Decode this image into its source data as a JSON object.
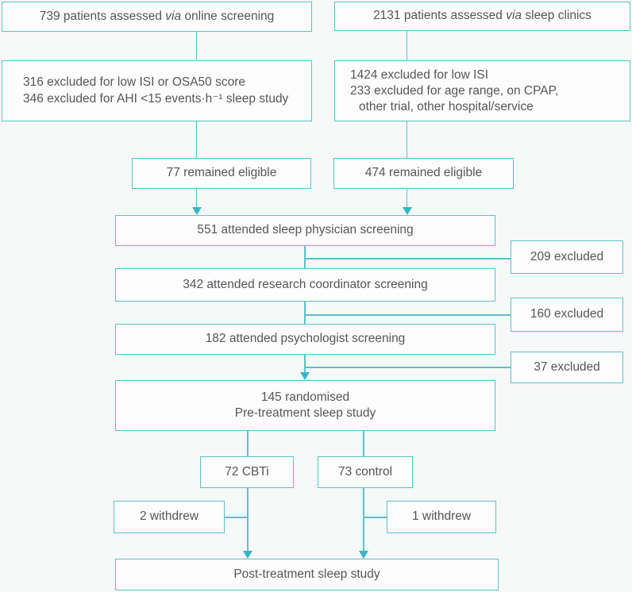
{
  "colors": {
    "line": "#5bc2c9",
    "arrow": "#36b6c4",
    "text": "#55565a",
    "box_bg": "#fdfdfd",
    "page_bg": "#f7f8f8"
  },
  "boxes": {
    "online_assessed": {
      "prefix": "739 patients assessed ",
      "via_word": "via",
      "suffix": " online screening"
    },
    "clinics_assessed": {
      "prefix": "2131 patients assessed ",
      "via_word": "via",
      "suffix": " sleep clinics"
    },
    "online_excluded": {
      "line1": "316 excluded for low ISI or OSA50 score",
      "line2": "346 excluded for AHI <15 events·h⁻¹ sleep study"
    },
    "clinics_excluded": {
      "line1": "1424 excluded for low ISI",
      "line2": "233 excluded for age range, on CPAP,",
      "line3": "other trial, other hospital/service"
    },
    "online_eligible": "77 remained eligible",
    "clinics_eligible": "474 remained eligible",
    "physician_screening": "551 attended sleep physician screening",
    "physician_excluded": "209 excluded",
    "coordinator_screening": "342 attended research coordinator screening",
    "coordinator_excluded": "160 excluded",
    "psychologist_screening": "182 attended psychologist screening",
    "psychologist_excluded": "37 excluded",
    "randomised": {
      "line1": "145 randomised",
      "line2": "Pre-treatment sleep study"
    },
    "cbti": "72 CBTi",
    "control": "73 control",
    "cbti_withdrew": "2 withdrew",
    "control_withdrew": "1 withdrew",
    "post_treatment": "Post-treatment sleep study"
  }
}
